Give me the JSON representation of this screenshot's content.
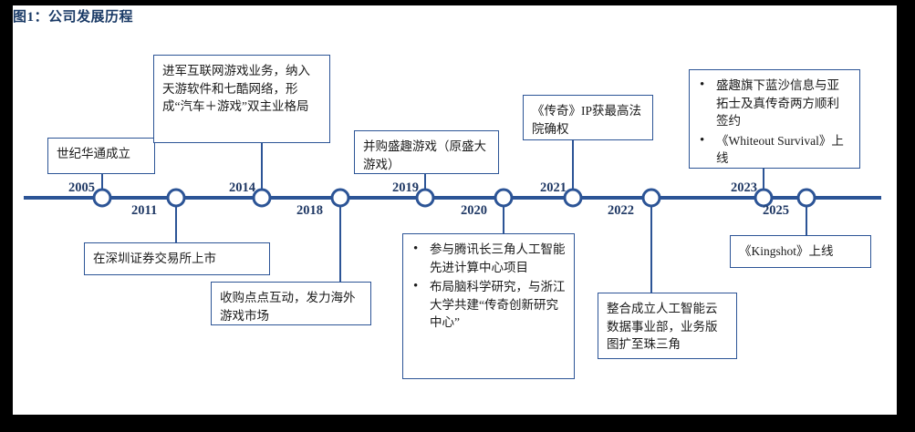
{
  "figure": {
    "title": "图1：公司发展历程",
    "accent_color": "#2c5496",
    "title_color": "#1a3a66",
    "background": "#ffffff",
    "frame_color": "#000000"
  },
  "timeline": {
    "nodes": [
      {
        "year": "2005",
        "position": "above"
      },
      {
        "year": "2011",
        "position": "below"
      },
      {
        "year": "2014",
        "position": "above"
      },
      {
        "year": "2018",
        "position": "below"
      },
      {
        "year": "2019",
        "position": "above"
      },
      {
        "year": "2020",
        "position": "below"
      },
      {
        "year": "2021",
        "position": "above"
      },
      {
        "year": "2022",
        "position": "below"
      },
      {
        "year": "2023",
        "position": "above"
      },
      {
        "year": "2025",
        "position": "below"
      }
    ]
  },
  "events": {
    "e2005": {
      "year": "2005",
      "text": "世纪华通成立"
    },
    "e2011": {
      "year": "2011",
      "text": "在深圳证券交易所上市"
    },
    "e2014": {
      "year": "2014",
      "text": "进军互联网游戏业务，纳入天游软件和七酷网络，形成“汽车＋游戏”双主业格局"
    },
    "e2018": {
      "year": "2018",
      "text": "收购点点互动，发力海外游戏市场"
    },
    "e2019": {
      "year": "2019",
      "text": "并购盛趣游戏（原盛大游戏）"
    },
    "e2020": {
      "year": "2020",
      "bullets": [
        "参与腾讯长三角人工智能先进计算中心项目",
        "布局脑科学研究，与浙江大学共建“传奇创新研究中心”"
      ]
    },
    "e2021": {
      "year": "2021",
      "text": "《传奇》IP获最高法院确权"
    },
    "e2022": {
      "year": "2022",
      "text": "整合成立人工智能云数据事业部，业务版图扩至珠三角"
    },
    "e2023": {
      "year": "2023",
      "bullets": [
        "盛趣旗下蓝沙信息与亚拓士及真传奇两方顺利签约",
        "《Whiteout Survival》上线"
      ]
    },
    "e2025": {
      "year": "2025",
      "text": "《Kingshot》上线"
    }
  },
  "bullet_glyph": "•"
}
